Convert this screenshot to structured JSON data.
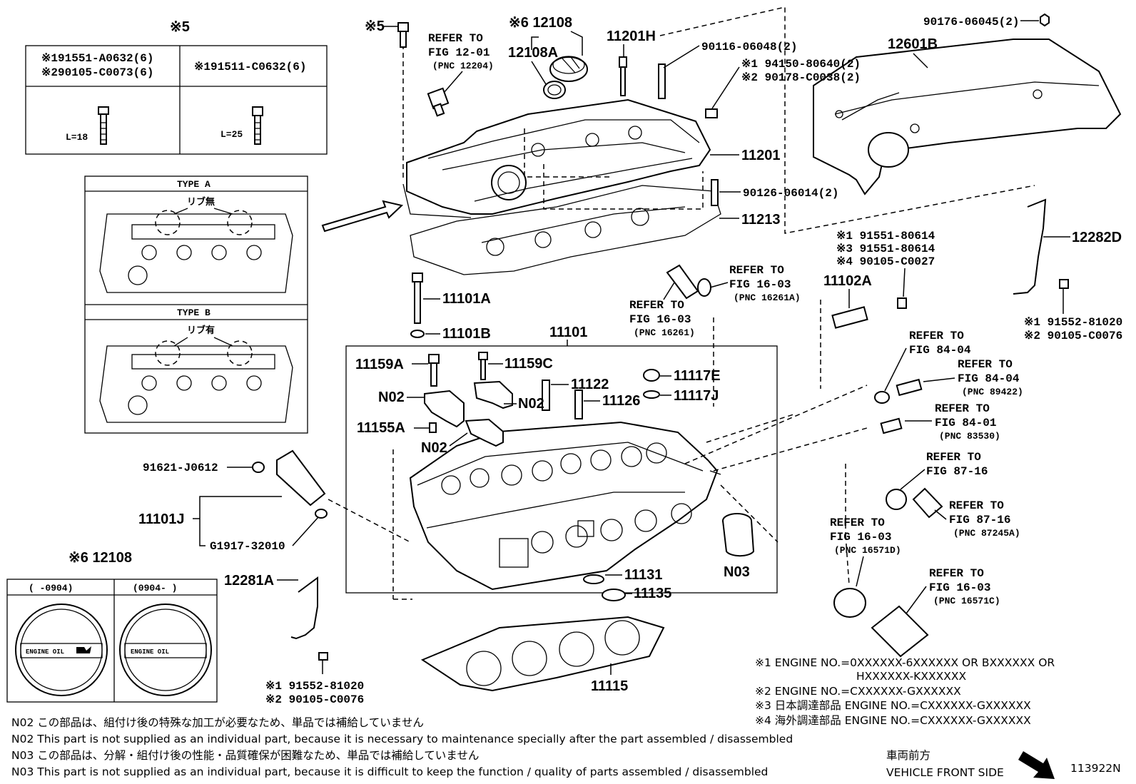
{
  "top_ref": "※5",
  "bolt_table": {
    "left_line1": "※191551-A0632(6)",
    "left_line2": "※290105-C0073(6)",
    "right_line1": "※191511-C0632(6)",
    "left_len": "L=18",
    "right_len": "L=25"
  },
  "type_a": {
    "title": "TYPE A",
    "note": "リブ無"
  },
  "type_b": {
    "title": "TYPE B",
    "note": "リブ有"
  },
  "callouts": {
    "c5": "※5",
    "refer_1201_a": "REFER TO",
    "refer_1201_b": "FIG 12-01",
    "refer_1201_c": "(PNC 12204)",
    "p12108_top": "※6 12108",
    "p12108A": "12108A",
    "p11201H": "11201H",
    "p90116": "90116-06048(2)",
    "p94150": "※1 94150-80640(2)",
    "p90178": "※2 90178-C0038(2)",
    "p90176": "90176-06045(2)",
    "p12601B": "12601B",
    "p11201": "11201",
    "p90126": "90126-06014(2)",
    "p11213": "11213",
    "p11101A": "11101A",
    "p11101B": "11101B",
    "p11101": "11101",
    "ref1603a_a": "REFER TO",
    "ref1603a_b": "FIG 16-03",
    "ref1603a_c": "(PNC 16261A)",
    "ref1603b_a": "REFER TO",
    "ref1603b_b": "FIG 16-03",
    "ref1603b_c": "(PNC 16261)",
    "p91551a": "※1 91551-80614",
    "p91551b": "※3 91551-80614",
    "p90105": "※4 90105-C0027",
    "p11102A": "11102A",
    "p12282D": "12282D",
    "p91552r1": "※1 91552-81020",
    "p91552r2": "※2 90105-C0076",
    "p11159A": "11159A",
    "p11159C": "11159C",
    "p11117E": "11117E",
    "p11117J": "11117J",
    "p11122": "11122",
    "p11126": "11126",
    "pN02a": "N02",
    "pN02b": "N02",
    "pN02c": "N02",
    "p11155A": "11155A",
    "ref8404a_a": "REFER TO",
    "ref8404a_b": "FIG 84-04",
    "ref8404b_a": "REFER TO",
    "ref8404b_b": "FIG 84-04",
    "ref8404b_c": "(PNC 89422)",
    "ref8401_a": "REFER TO",
    "ref8401_b": "FIG 84-01",
    "ref8401_c": "(PNC 83530)",
    "ref8716a_a": "REFER TO",
    "ref8716a_b": "FIG 87-16",
    "ref8716b_a": "REFER TO",
    "ref8716b_b": "FIG 87-16",
    "ref8716b_c": "(PNC 87245A)",
    "ref16571d_a": "REFER TO",
    "ref16571d_b": "FIG 16-03",
    "ref16571d_c": "(PNC 16571D)",
    "ref16571c_a": "REFER TO",
    "ref16571c_b": "FIG 16-03",
    "ref16571c_c": "(PNC 16571C)",
    "p91621": "91621-J0612",
    "p11101J": "11101J",
    "pG1917": "G1917-32010",
    "pN03": "N03",
    "p11131": "11131",
    "p11135": "11135",
    "p12281A": "12281A",
    "p91552l1": "※1 91552-81020",
    "p91552l2": "※2 90105-C0076",
    "p11115": "11115"
  },
  "cap_table": {
    "title": "※6 12108",
    "left_range": "(     -0904)",
    "right_range": "(0904-     )",
    "cap_text": "ENGINE OIL"
  },
  "engine_notes": [
    "※1 ENGINE NO.=0XXXXXX-6XXXXXX OR BXXXXXX OR",
    "HXXXXXX-KXXXXXX",
    "※2 ENGINE NO.=CXXXXXX-GXXXXXX",
    "※3 日本調達部品 ENGINE NO.=CXXXXXX-GXXXXXX",
    "※4 海外調達部品 ENGINE NO.=CXXXXXX-GXXXXXX"
  ],
  "footnotes": [
    "N02  この部品は、組付け後の特殊な加工が必要なため、単品では補給していません",
    "N02  This part is not supplied as an individual part, because it is necessary to maintenance specially after the part assembled / disassembled",
    "N03  この部品は、分解・組付け後の性能・品質確保が困難なため、単品では補給していません",
    "N03  This part is not supplied as an individual part, because it is difficult to keep the function / quality of parts  assembled / disassembled"
  ],
  "direction": {
    "jp": "車両前方",
    "en": "VEHICLE FRONT SIDE"
  },
  "figure_id": "113922N"
}
